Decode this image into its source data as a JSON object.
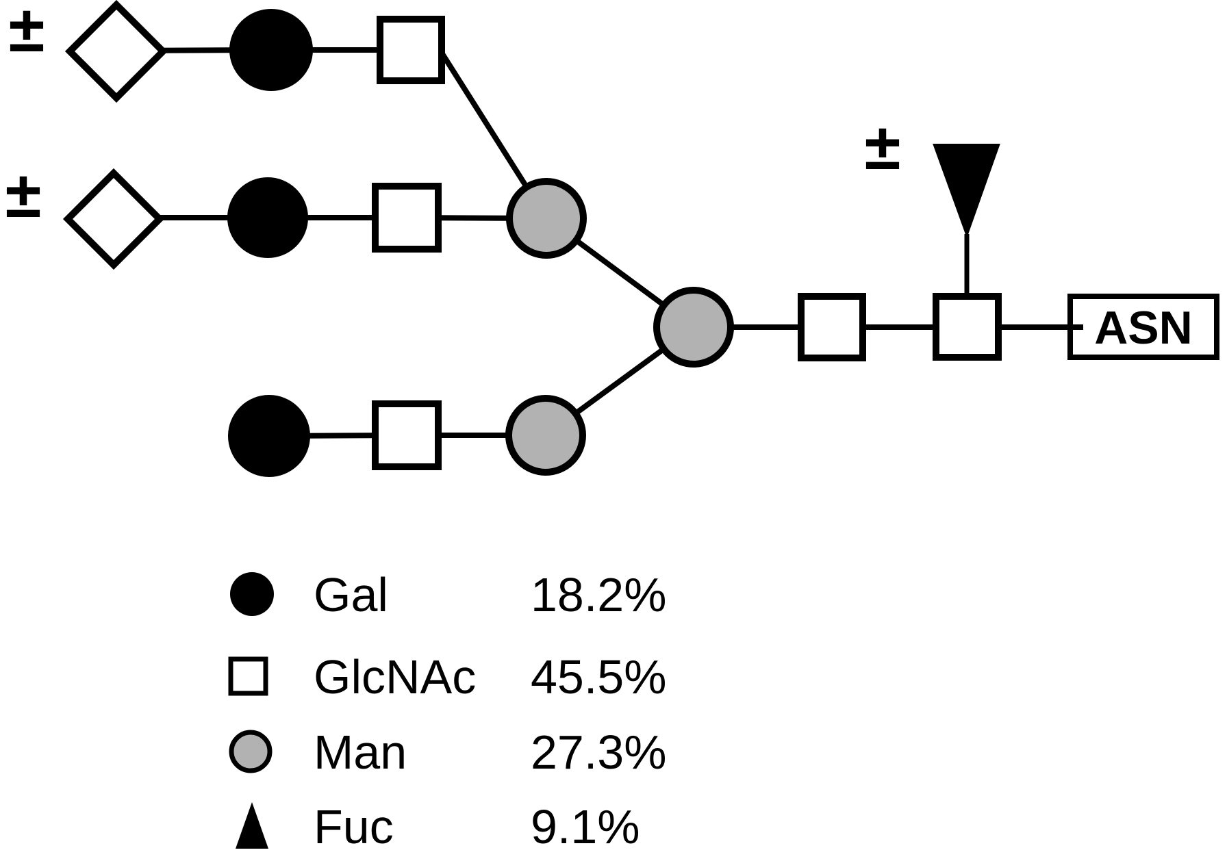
{
  "diagram": {
    "plus_minus": "±",
    "asn_label": "ASN",
    "structure": {
      "type": "triantennary N-glycan attached to ASN",
      "antennae": [
        {
          "prefix": "±",
          "chain": [
            "open-diamond",
            "Gal",
            "GlcNAc"
          ],
          "attaches_to": "Man (upper branch)"
        },
        {
          "prefix": "±",
          "chain": [
            "open-diamond",
            "Gal",
            "GlcNAc"
          ],
          "attaches_to": "Man (upper branch)"
        },
        {
          "chain": [
            "Gal",
            "GlcNAc"
          ],
          "attaches_to": "Man (lower branch)"
        }
      ],
      "core_chain": [
        "Man (upper branch)",
        "Man (lower branch)",
        "Man (central)",
        "GlcNAc",
        "GlcNAc",
        "ASN"
      ],
      "fucose": {
        "prefix": "±",
        "residue": "Fuc",
        "attaches_to": "core GlcNAc adjacent to ASN"
      }
    }
  },
  "legend": {
    "items": [
      {
        "symbol": "filled-black-circle",
        "label": "Gal",
        "value": "18.2%"
      },
      {
        "symbol": "open-white-square",
        "label": "GlcNAc",
        "value": "45.5%"
      },
      {
        "symbol": "gray-filled-circle",
        "label": "Man",
        "value": "27.3%"
      },
      {
        "symbol": "filled-black-triangle",
        "label": "Fuc",
        "value": "9.1%"
      }
    ]
  },
  "colors": {
    "man_fill": "#b2b2b2",
    "outline": "#000000",
    "background": "#ffffff"
  }
}
